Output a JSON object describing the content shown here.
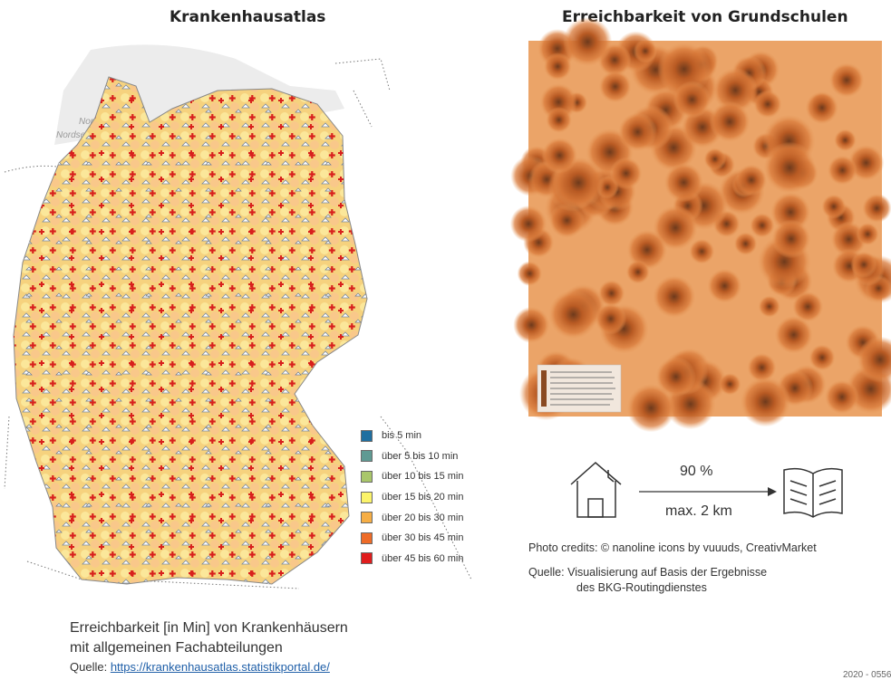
{
  "left_panel": {
    "title": "Krankenhausatlas",
    "sea_labels": [
      "Nordsee",
      "Nordsee"
    ],
    "legend": [
      {
        "label": "bis 5 min",
        "color": "#1f6fa0"
      },
      {
        "label": "über 5 bis 10 min",
        "color": "#5f9a93"
      },
      {
        "label": "über 10 bis 15 min",
        "color": "#a9c66a"
      },
      {
        "label": "über 15 bis 20 min",
        "color": "#fbf36a"
      },
      {
        "label": "über 20 bis 30 min",
        "color": "#f6ae45"
      },
      {
        "label": "über 30 bis 45 min",
        "color": "#ee6b27"
      },
      {
        "label": "über 45 bis 60 min",
        "color": "#e01d1d"
      }
    ],
    "caption_line1": "Erreichbarkeit [in Min] von Krankenhäusern",
    "caption_line2": "mit allgemeinen Fachabteilungen",
    "source_prefix": "Quelle: ",
    "source_link": "https://krankenhausatlas.statistikportal.de/"
  },
  "right_panel": {
    "title": "Erreichbarkeit von Grundschulen",
    "percent": "90 %",
    "distance": "max. 2 km",
    "house_icon": "house-icon",
    "book_icon": "book-icon",
    "credits": "Photo credits: © nanoline icons by vuuuds, CreativMarket",
    "source_line1": "Quelle: Visualisierung auf Basis der Ergebnisse",
    "source_line2": "des BKG-Routingdienstes"
  },
  "corner_note": "2020 - 0556"
}
